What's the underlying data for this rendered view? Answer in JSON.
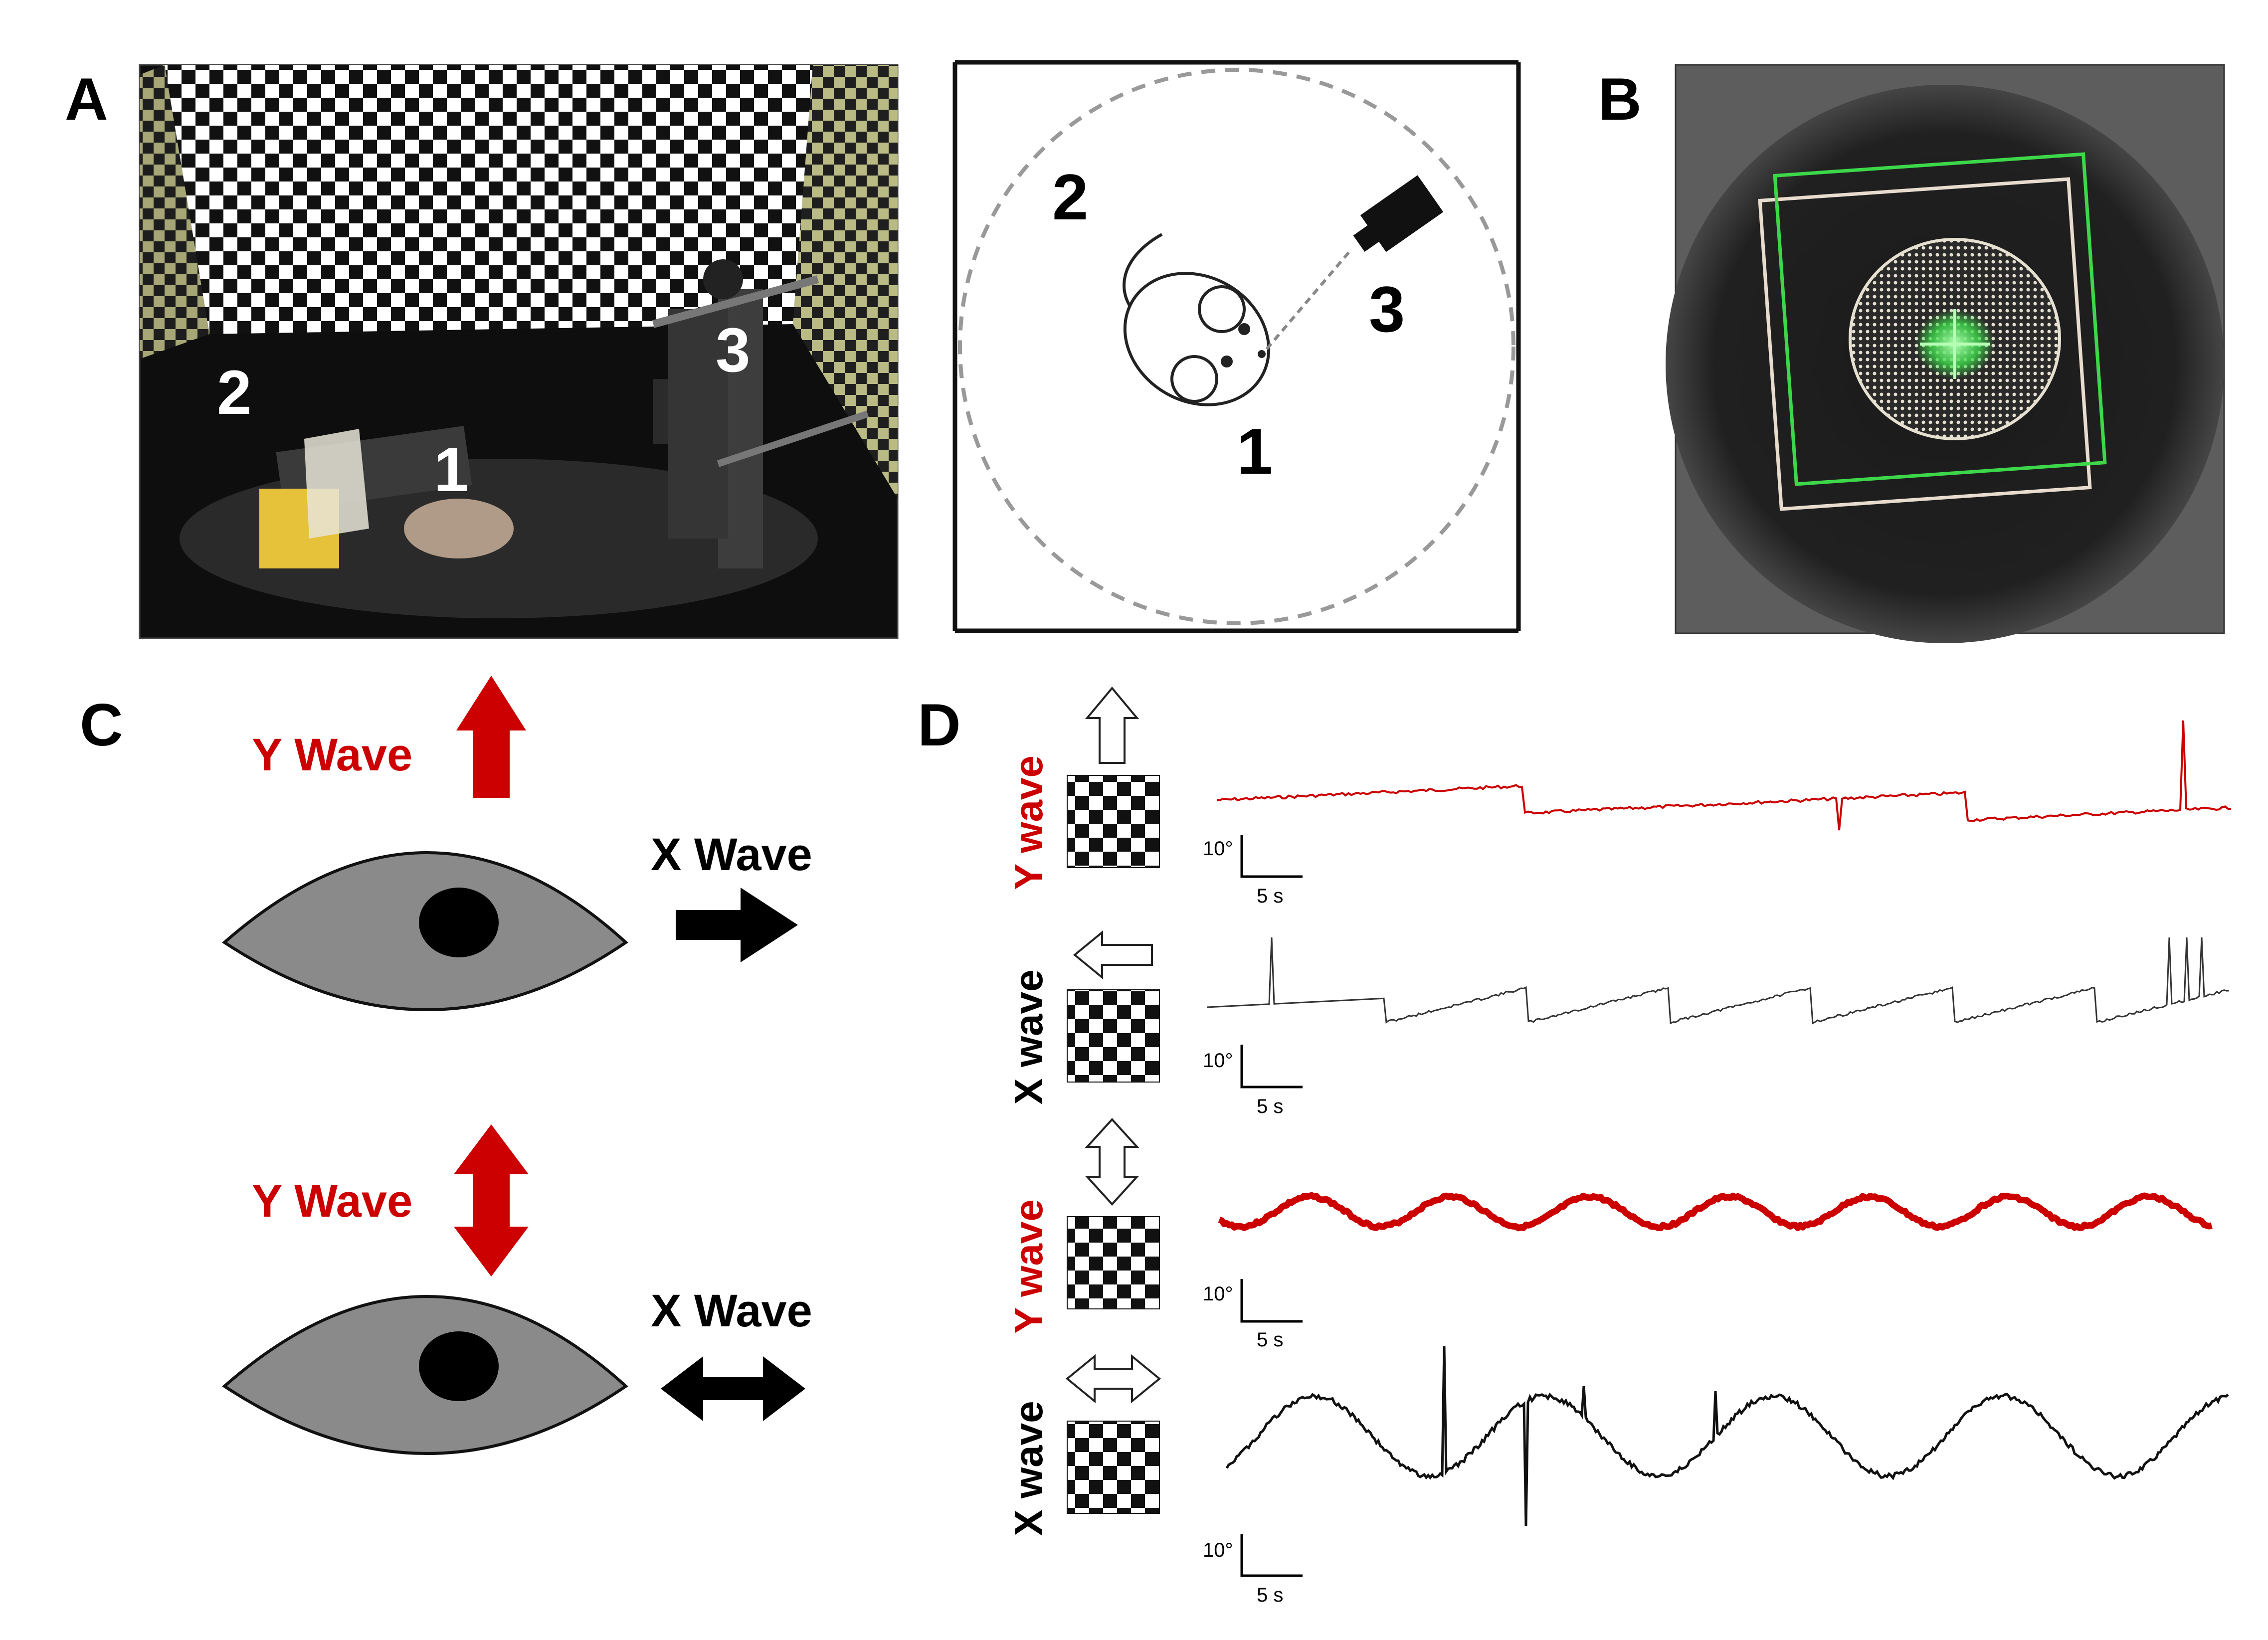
{
  "panels": {
    "a": "A",
    "b": "B",
    "c": "C",
    "d": "D"
  },
  "photo_a": {
    "labels": [
      "2",
      "3",
      "1"
    ]
  },
  "schematic_a": {
    "labels": [
      "2",
      "3",
      "1"
    ]
  },
  "panel_c": {
    "top": {
      "y_label": "Y Wave",
      "x_label": "X Wave"
    },
    "bottom": {
      "y_label": "Y Wave",
      "x_label": "X Wave"
    }
  },
  "panel_d": {
    "rows": [
      {
        "label": "Y wave",
        "scale_y": "10°",
        "scale_x": "5 s",
        "color": "#cc0000",
        "arrow": "up"
      },
      {
        "label": "X wave",
        "scale_y": "10°",
        "scale_x": "5 s",
        "color": "#000000",
        "arrow": "left"
      },
      {
        "label": "Y wave",
        "scale_y": "10°",
        "scale_x": "5 s",
        "color": "#cc0000",
        "arrow": "updown"
      },
      {
        "label": "X wave",
        "scale_y": "10°",
        "scale_x": "5 s",
        "color": "#000000",
        "arrow": "leftright"
      }
    ]
  },
  "colors": {
    "y_wave": "#cc0000",
    "x_wave": "#000000",
    "eye_fill": "#8a8a8a",
    "tracker_green": "#3dd84a"
  }
}
